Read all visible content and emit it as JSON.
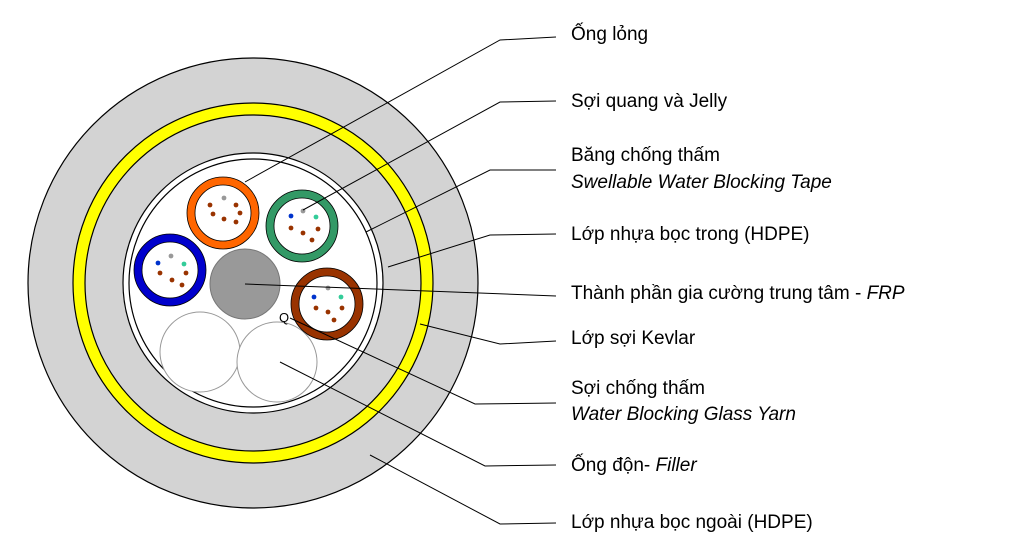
{
  "labels": {
    "loose_tube": "Ống lỏng",
    "fiber_jelly": "Sợi quang và Jelly",
    "water_tape_vi": "Băng chống thấm",
    "water_tape_en": "Swellable Water Blocking Tape",
    "inner_sheath": "Lớp nhựa bọc trong (HDPE)",
    "central_member_vi": "Thành phần gia cường trung tâm - ",
    "central_member_en": "FRP",
    "kevlar": "Lớp sợi Kevlar",
    "yarn_vi": "Sợi chống thấm",
    "yarn_en": "Water Blocking Glass Yarn",
    "filler_vi": "Ống độn- ",
    "filler_en": "Filler",
    "outer_sheath": "Lớp nhựa bọc ngoài (HDPE)",
    "ripcord_mark": "Q"
  },
  "colors": {
    "outer_sheath": "#d3d3d3",
    "kevlar": "#ffff00",
    "central_member": "#999999",
    "tube_orange": "#ff6600",
    "tube_green": "#339966",
    "tube_blue": "#0000cc",
    "tube_brown": "#993300",
    "fiber_blue": "#0033cc",
    "fiber_teal": "#33cc99",
    "fiber_brown": "#993300",
    "fiber_grey": "#999999"
  }
}
